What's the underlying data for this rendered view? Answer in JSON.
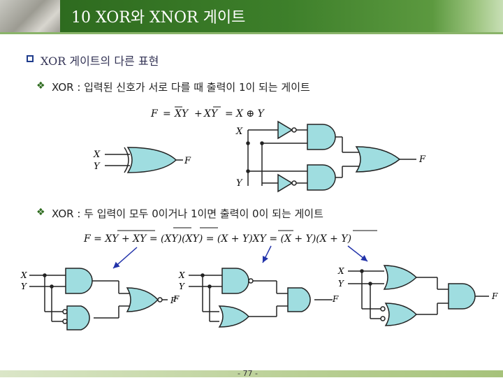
{
  "header": {
    "title": "10 XOR와 XNOR 게이트"
  },
  "section": {
    "title": "XOR 게이트의 다른 표현"
  },
  "items": [
    {
      "text": "XOR : 입력된 신호가 서로 다를 때 출력이 1이 되는 게이트"
    },
    {
      "text": "XOR : 두 입력이 모두 0이거나 1이면 출력이 0이 되는 게이트"
    }
  ],
  "eq1": {
    "lhs": "F",
    "eq": "=",
    "t1": "XY",
    "plus": "+",
    "t2": "XY",
    "eq2": "=",
    "rhs": "X ⊕ Y"
  },
  "eq2": {
    "text": "F = XY + XY = (XY)(XY) = (X + Y)XY = (X + Y)(X + Y)"
  },
  "labels": {
    "x": "X",
    "y": "Y",
    "f": "F"
  },
  "footer": {
    "page": "- 77 -"
  },
  "colors": {
    "accent": "#3d7f2a",
    "gate_fill": "#9fdde0",
    "gate_stroke": "#222222",
    "arrow": "#2233aa"
  }
}
